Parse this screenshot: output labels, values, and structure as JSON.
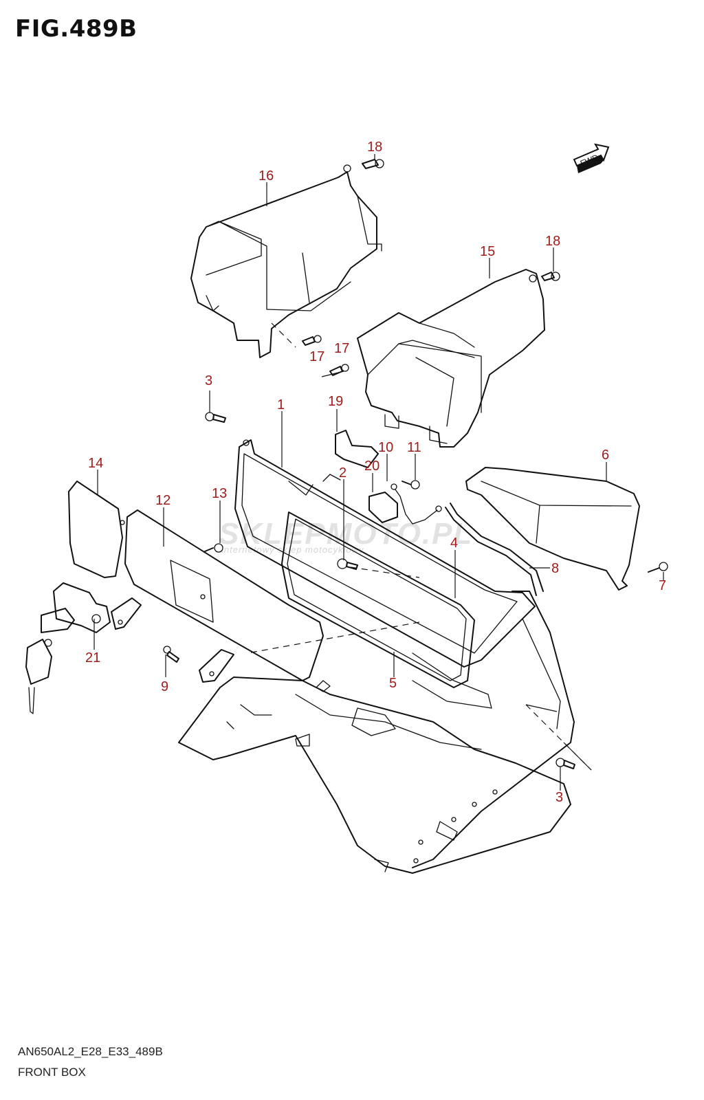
{
  "figure": {
    "title": "FIG.489B",
    "model_code": "AN650AL2_E28_E33_489B",
    "name": "FRONT BOX"
  },
  "arrow_label": "FWD",
  "watermark": {
    "text": "SKLEPMOTO.PL",
    "sub": "internetowy sklep motocyklowy"
  },
  "callouts": [
    "18",
    "16",
    "18",
    "15",
    "17",
    "17",
    "3",
    "1",
    "19",
    "10",
    "11",
    "20",
    "2",
    "14",
    "12",
    "13",
    "6",
    "4",
    "8",
    "7",
    "21",
    "9",
    "5",
    "3"
  ],
  "colors": {
    "callout": "#9e1b1b",
    "line": "#111111"
  }
}
